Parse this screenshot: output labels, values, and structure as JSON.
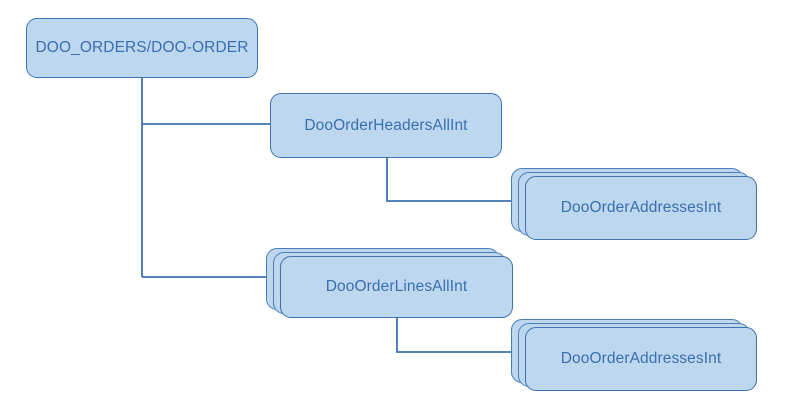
{
  "diagram": {
    "type": "hierarchy-tree",
    "title": "DOO_ORDERS/DOO-ORDER interface hierarchy",
    "background_color": "#ffffff",
    "node_fill_color": "#bdd7ee",
    "node_border_color": "#3e72b0",
    "node_text_color": "#3a6fb0",
    "connector_color": "#3e72b0",
    "nodes": [
      {
        "id": "root",
        "label": "DOO_ORDERS/DOO-ORDER",
        "level": 0,
        "stacked": false
      },
      {
        "id": "headers",
        "label": "DooOrderHeadersAllInt",
        "level": 1,
        "stacked": false
      },
      {
        "id": "header-addresses",
        "label": "DooOrderAddressesInt",
        "level": 2,
        "stacked": true
      },
      {
        "id": "lines",
        "label": "DooOrderLinesAllInt",
        "level": 1,
        "stacked": true
      },
      {
        "id": "line-addresses",
        "label": "DooOrderAddressesInt",
        "level": 2,
        "stacked": true
      }
    ],
    "edges": [
      {
        "from": "root",
        "to": "headers"
      },
      {
        "from": "root",
        "to": "lines"
      },
      {
        "from": "headers",
        "to": "header-addresses"
      },
      {
        "from": "lines",
        "to": "line-addresses"
      }
    ]
  }
}
